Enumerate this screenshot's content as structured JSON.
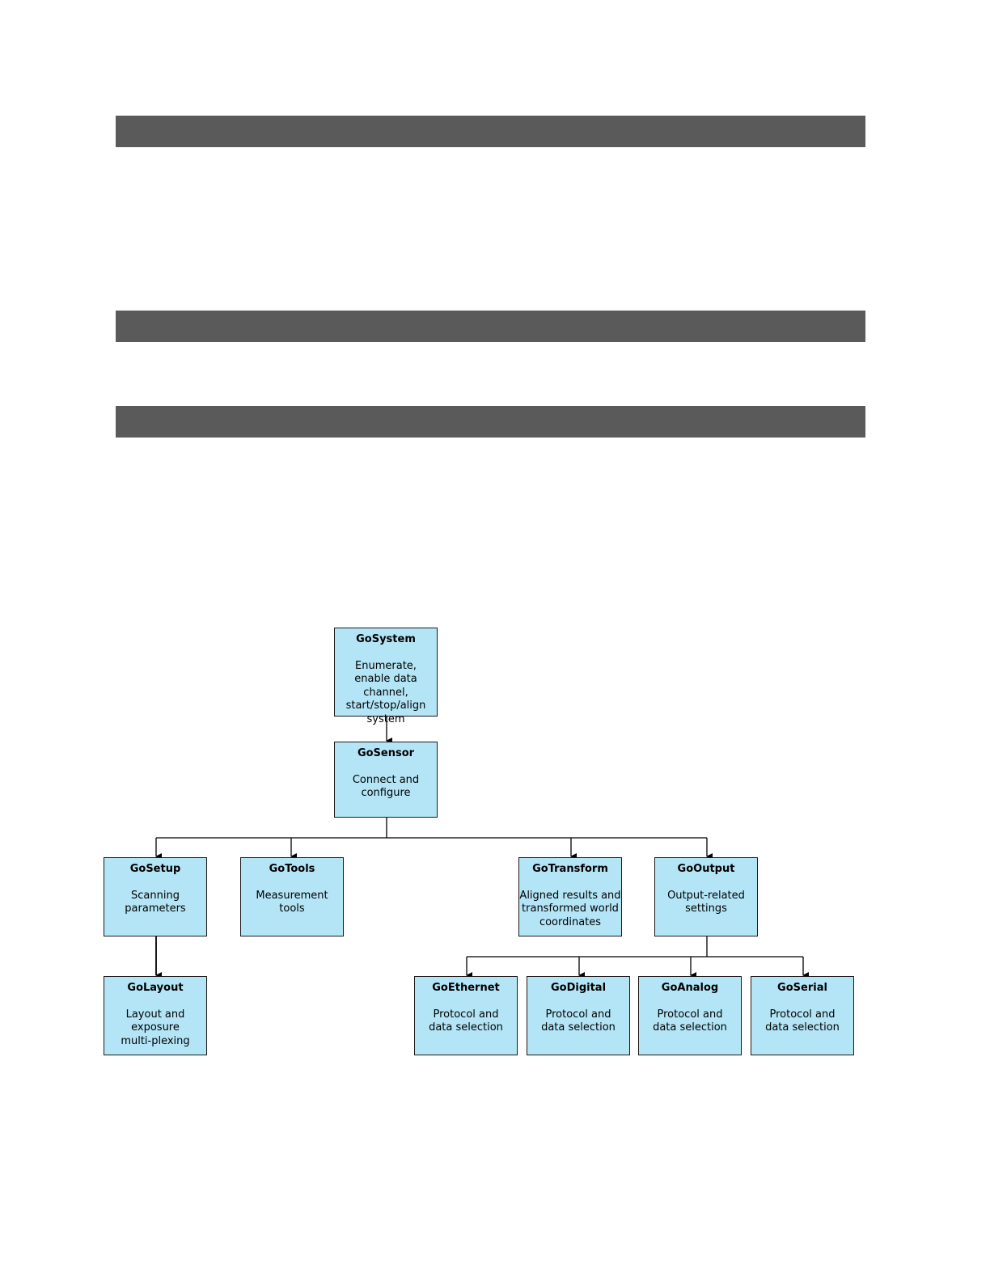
{
  "header_bars": [
    {
      "label": ""
    },
    {
      "label": ""
    },
    {
      "label": ""
    }
  ],
  "diagram": {
    "line_color": "#000000",
    "box_fill": "#b3e5f6",
    "nodes": {
      "gosystem": {
        "name": "GoSystem",
        "desc": "Enumerate, enable data channel, start/stop/align system"
      },
      "gosensor": {
        "name": "GoSensor",
        "desc": "Connect and configure"
      },
      "gosetup": {
        "name": "GoSetup",
        "desc": "Scanning parameters"
      },
      "gotools": {
        "name": "GoTools",
        "desc": "Measurement tools"
      },
      "gotransform": {
        "name": "GoTransform",
        "desc": "Aligned results and transformed world coordinates"
      },
      "gooutput": {
        "name": "GoOutput",
        "desc": "Output-related settings"
      },
      "golayout": {
        "name": "GoLayout",
        "desc": "Layout and exposure multi-plexing"
      },
      "goethernet": {
        "name": "GoEthernet",
        "desc": "Protocol and data selection"
      },
      "godigital": {
        "name": "GoDigital",
        "desc": "Protocol and data selection"
      },
      "goanalog": {
        "name": "GoAnalog",
        "desc": "Protocol and data selection"
      },
      "goserial": {
        "name": "GoSerial",
        "desc": "Protocol and data selection"
      }
    },
    "edges": [
      [
        "gosystem",
        "gosensor"
      ],
      [
        "gosensor",
        "gosetup"
      ],
      [
        "gosensor",
        "gotools"
      ],
      [
        "gosensor",
        "gotransform"
      ],
      [
        "gosensor",
        "gooutput"
      ],
      [
        "gosetup",
        "golayout"
      ],
      [
        "gooutput",
        "goethernet"
      ],
      [
        "gooutput",
        "godigital"
      ],
      [
        "gooutput",
        "goanalog"
      ],
      [
        "gooutput",
        "goserial"
      ]
    ]
  }
}
